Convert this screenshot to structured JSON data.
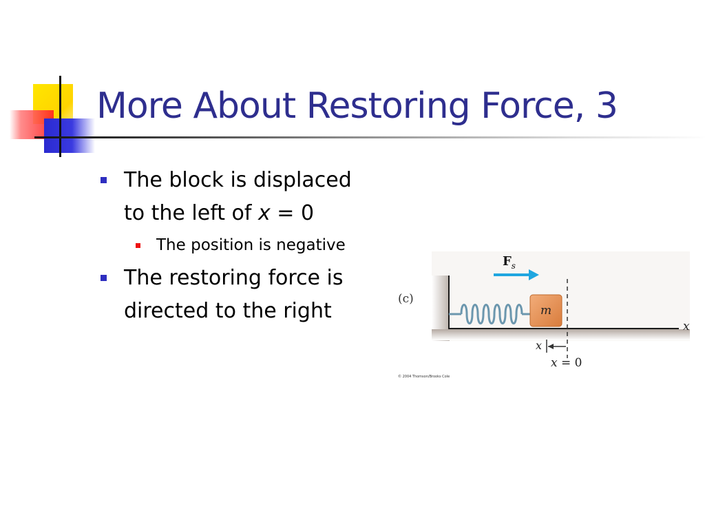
{
  "slide": {
    "title": "More About Restoring Force, 3"
  },
  "bullets": {
    "b1": {
      "pre": "The block is displaced to the left of ",
      "var": "x",
      "post": " = 0"
    },
    "b1_sub": "The position is negative",
    "b2": "The restoring force is directed to the right"
  },
  "figure": {
    "label_c": "(c)",
    "force_main": "F",
    "force_sub": "s",
    "mass": "m",
    "axis_x": "x",
    "disp_x": "x",
    "origin_var": "x",
    "origin_eq": " = 0",
    "copyright": "© 2004 Thomson/Brooks Cole"
  },
  "colors": {
    "title": "#2e2e8e",
    "bullet_l1": "#2e2ec0",
    "bullet_l2": "#ee1111",
    "arrow": "#1fa6e0",
    "block": "#e8935a",
    "spring": "#6c97ae",
    "wall": "#b4a9a2"
  }
}
